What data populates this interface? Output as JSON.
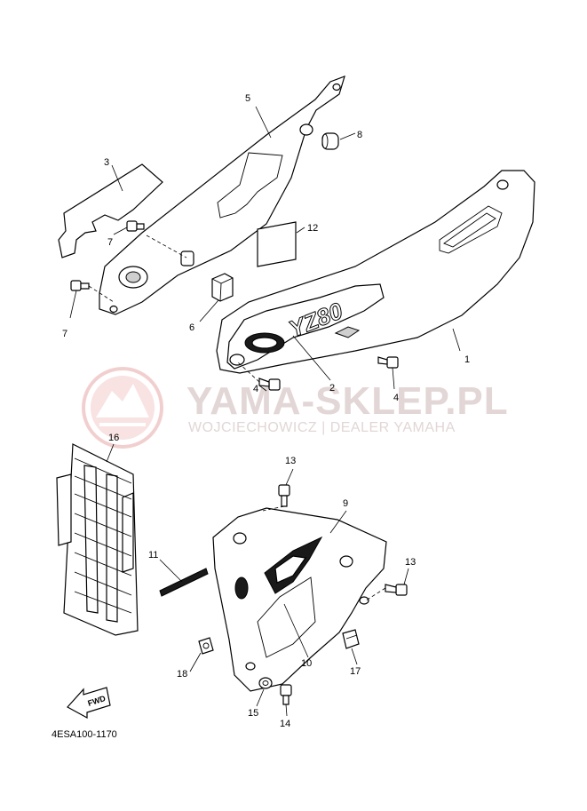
{
  "diagram": {
    "code": "4ESA100-1170",
    "fwd_label": "FWD",
    "decal_text": "YZ80",
    "callouts": [
      "1",
      "2",
      "3",
      "4",
      "4",
      "5",
      "6",
      "7",
      "7",
      "8",
      "9",
      "10",
      "11",
      "12",
      "13",
      "13",
      "14",
      "15",
      "16",
      "17",
      "18"
    ]
  },
  "watermark": {
    "title": "YAMA-SKLEP.PL",
    "subtitle": "WOJCIECHOWICZ | DEALER YAMAHA"
  }
}
